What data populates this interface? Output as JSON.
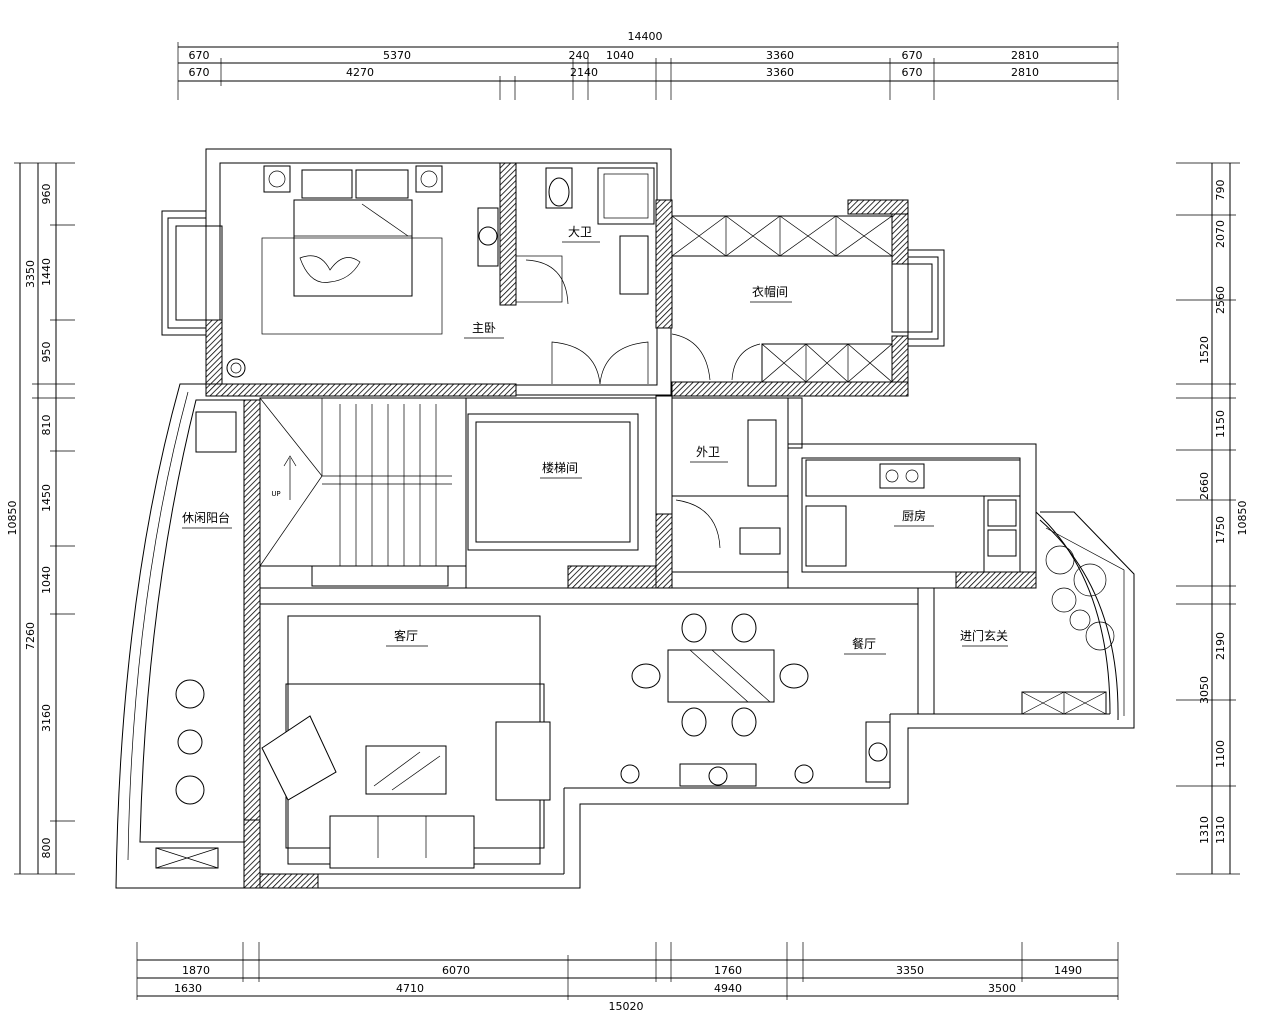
{
  "top_dims": {
    "overall": "14400",
    "row1": [
      "670",
      "5370",
      "240",
      "1040",
      "3360",
      "670",
      "2810"
    ],
    "row2": [
      "670",
      "4270",
      "2140",
      "3360",
      "670",
      "2810"
    ]
  },
  "bottom_dims": {
    "row1": [
      "1870",
      "6070",
      "1760",
      "3350",
      "1490"
    ],
    "row2": [
      "1630",
      "4710",
      "4940",
      "3500"
    ],
    "overall": "15020"
  },
  "left_dims": {
    "overall": "10850",
    "group_upper": "3350",
    "group_lower": "7260",
    "segments": [
      "960",
      "1440",
      "950",
      "810",
      "1450",
      "1040",
      "3160",
      "800"
    ]
  },
  "right_dims": {
    "overall": "10850",
    "segments": [
      "790",
      "2070",
      "2560",
      "1520",
      "1150",
      "2660",
      "1750",
      "2190",
      "3050",
      "1100",
      "1310",
      "1310"
    ]
  },
  "rooms": {
    "master_bedroom": "主卧",
    "bathroom_main": "大卫",
    "cloakroom": "衣帽间",
    "leisure_balcony": "休闲阳台",
    "staircase": "楼梯间",
    "guest_bath": "外卫",
    "kitchen": "厨房",
    "living_room": "客厅",
    "dining_room": "餐厅",
    "entrance": "进门玄关"
  },
  "stair_label": "UP"
}
